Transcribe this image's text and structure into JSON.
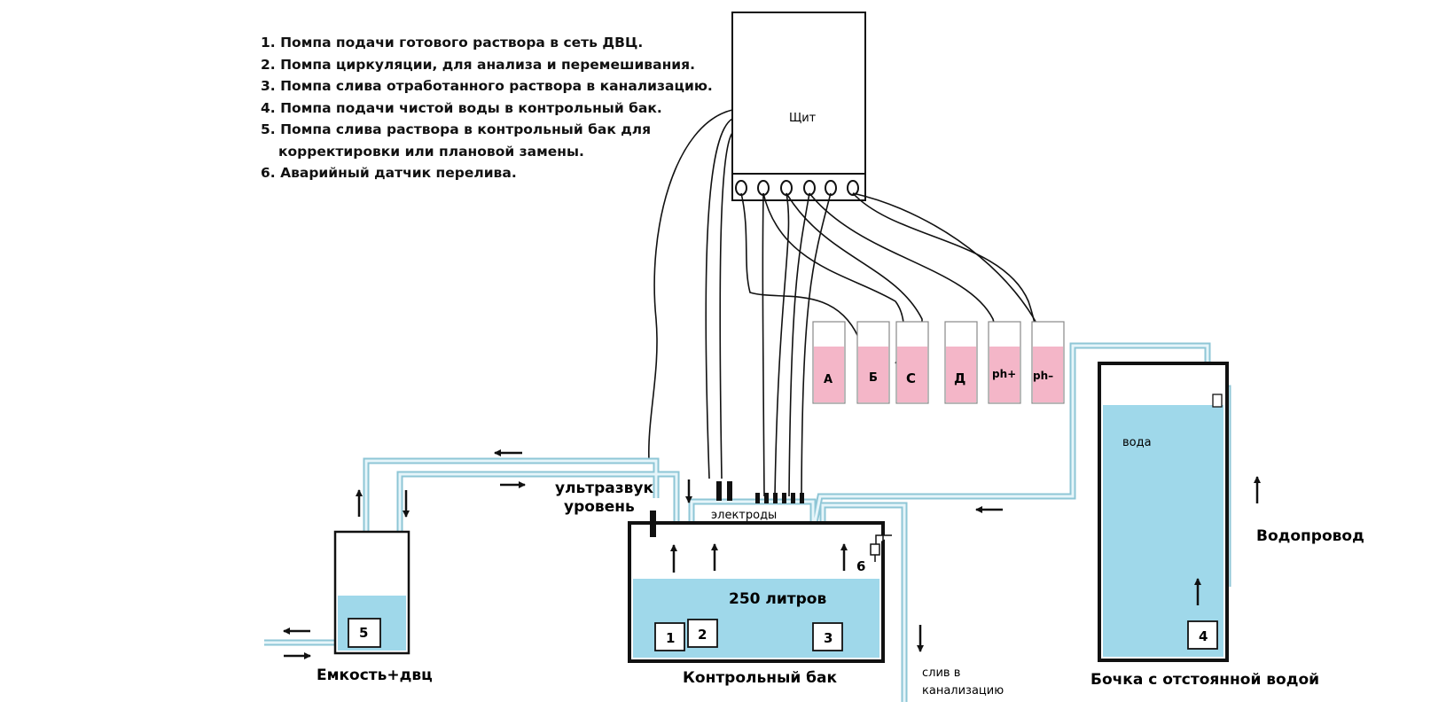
{
  "legend": {
    "items": [
      "1. Помпа подачи готового раствора в сеть ДВЦ.",
      "2. Помпа циркуляции, для анализа и перемешивания.",
      "3. Помпа слива отработанного раствора в канализацию.",
      "4. Помпа подачи чистой воды в контрольный бак.",
      "5. Помпа слива раствора в контрольный бак для",
      "корректировки или плановой замены.",
      "6. Аварийный датчик перелива."
    ]
  },
  "panel": {
    "label": "Щит"
  },
  "bottles": [
    "А",
    "Б",
    "С",
    "Д",
    "ph+",
    "ph–"
  ],
  "labels": {
    "ultrasound": "ультразвук",
    "level": "уровень",
    "electrodes": "электроды",
    "volume": "250 литров",
    "control_tank": "Контрольный бак",
    "drain_line1": "слив в",
    "drain_line2": "канализацию",
    "container": "Емкость+двц",
    "water": "вода",
    "water_supply": "Водопровод",
    "barrel": "Бочка с отстоянной водой",
    "sensor6": "6"
  },
  "pumps": [
    "1",
    "2",
    "3",
    "4",
    "5"
  ],
  "colors": {
    "water": "#9fd8ea",
    "reagent": "#f4b6c8",
    "pipe": "#bfe3ee",
    "outline": "#1a1a1a"
  }
}
